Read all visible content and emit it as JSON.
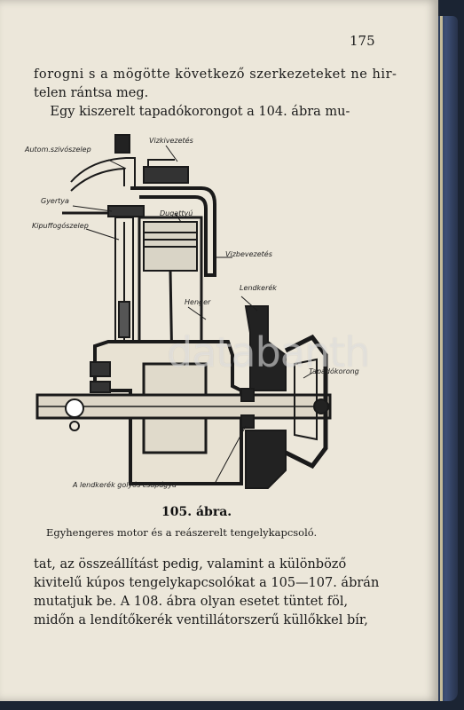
{
  "page_number": "175",
  "paragraph_top": [
    "forogni s a mögötte következő szerkezeteket ne hir-",
    "telen rántsa meg.",
    "    Egy kiszerelt tapadókorongot a 104. ábra mu-"
  ],
  "figure": {
    "labels": {
      "autom_szivoszelep": "Autom.szivószelep",
      "vizkivezetes": "Vizkivezetés",
      "gyertya": "Gyertya",
      "dugattyu": "Dugattyú",
      "kipufogoszelep": "Kipuffogószelep",
      "vizbevezetes": "Vizbevezetés",
      "lendkerek": "Lendkerék",
      "henger": "Henger",
      "tapadokorong": "Tapadókorong",
      "golyos_csapagy": "A lendkerék golyós csapágya"
    },
    "number": "105. ábra.",
    "caption": "Egyhengeres motor és a reászerelt tengelykapcsoló."
  },
  "paragraph_bottom": [
    "tat, az összeállítást pedig, valamint a különböző",
    "kivitelű kúpos tengelykapcsolókat a 105—107. ábrán",
    "mutatjuk be. A 108. ábra olyan esetet tüntet föl,",
    "midőn a lendítőkerék ventillátorszerű küllőkkel bír,"
  ],
  "watermark": "databanth"
}
